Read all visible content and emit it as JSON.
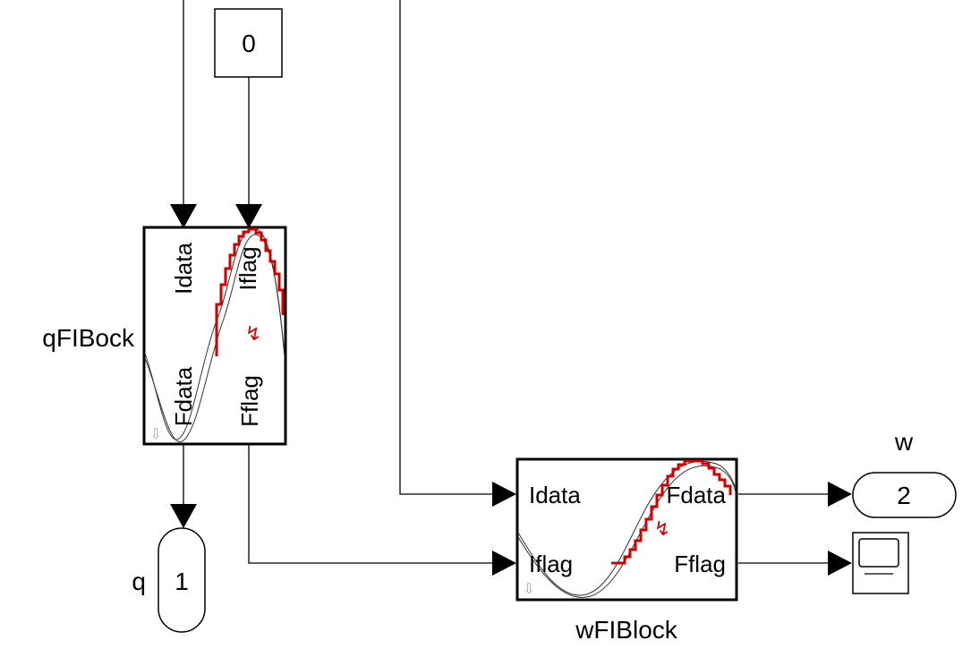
{
  "constant": {
    "value": "0"
  },
  "qblock": {
    "name": "qFIBock",
    "port_idata": "Idata",
    "port_iflag": "Iflag",
    "port_fdata": "Fdata",
    "port_fflag": "Fflag"
  },
  "wblock": {
    "name": "wFIBlock",
    "port_idata": "Idata",
    "port_iflag": "Iflag",
    "port_fdata": "Fdata",
    "port_fflag": "Fflag"
  },
  "outport_q": {
    "name": "q",
    "number": "1"
  },
  "outport_w": {
    "name": "w",
    "number": "2"
  },
  "colors": {
    "signal": "#000000",
    "icon_red": "#d00000",
    "icon_gray": "#333333"
  },
  "icons": [
    "scope-icon",
    "sine-wave-icon",
    "lightning-icon",
    "down-arrow-icon"
  ]
}
